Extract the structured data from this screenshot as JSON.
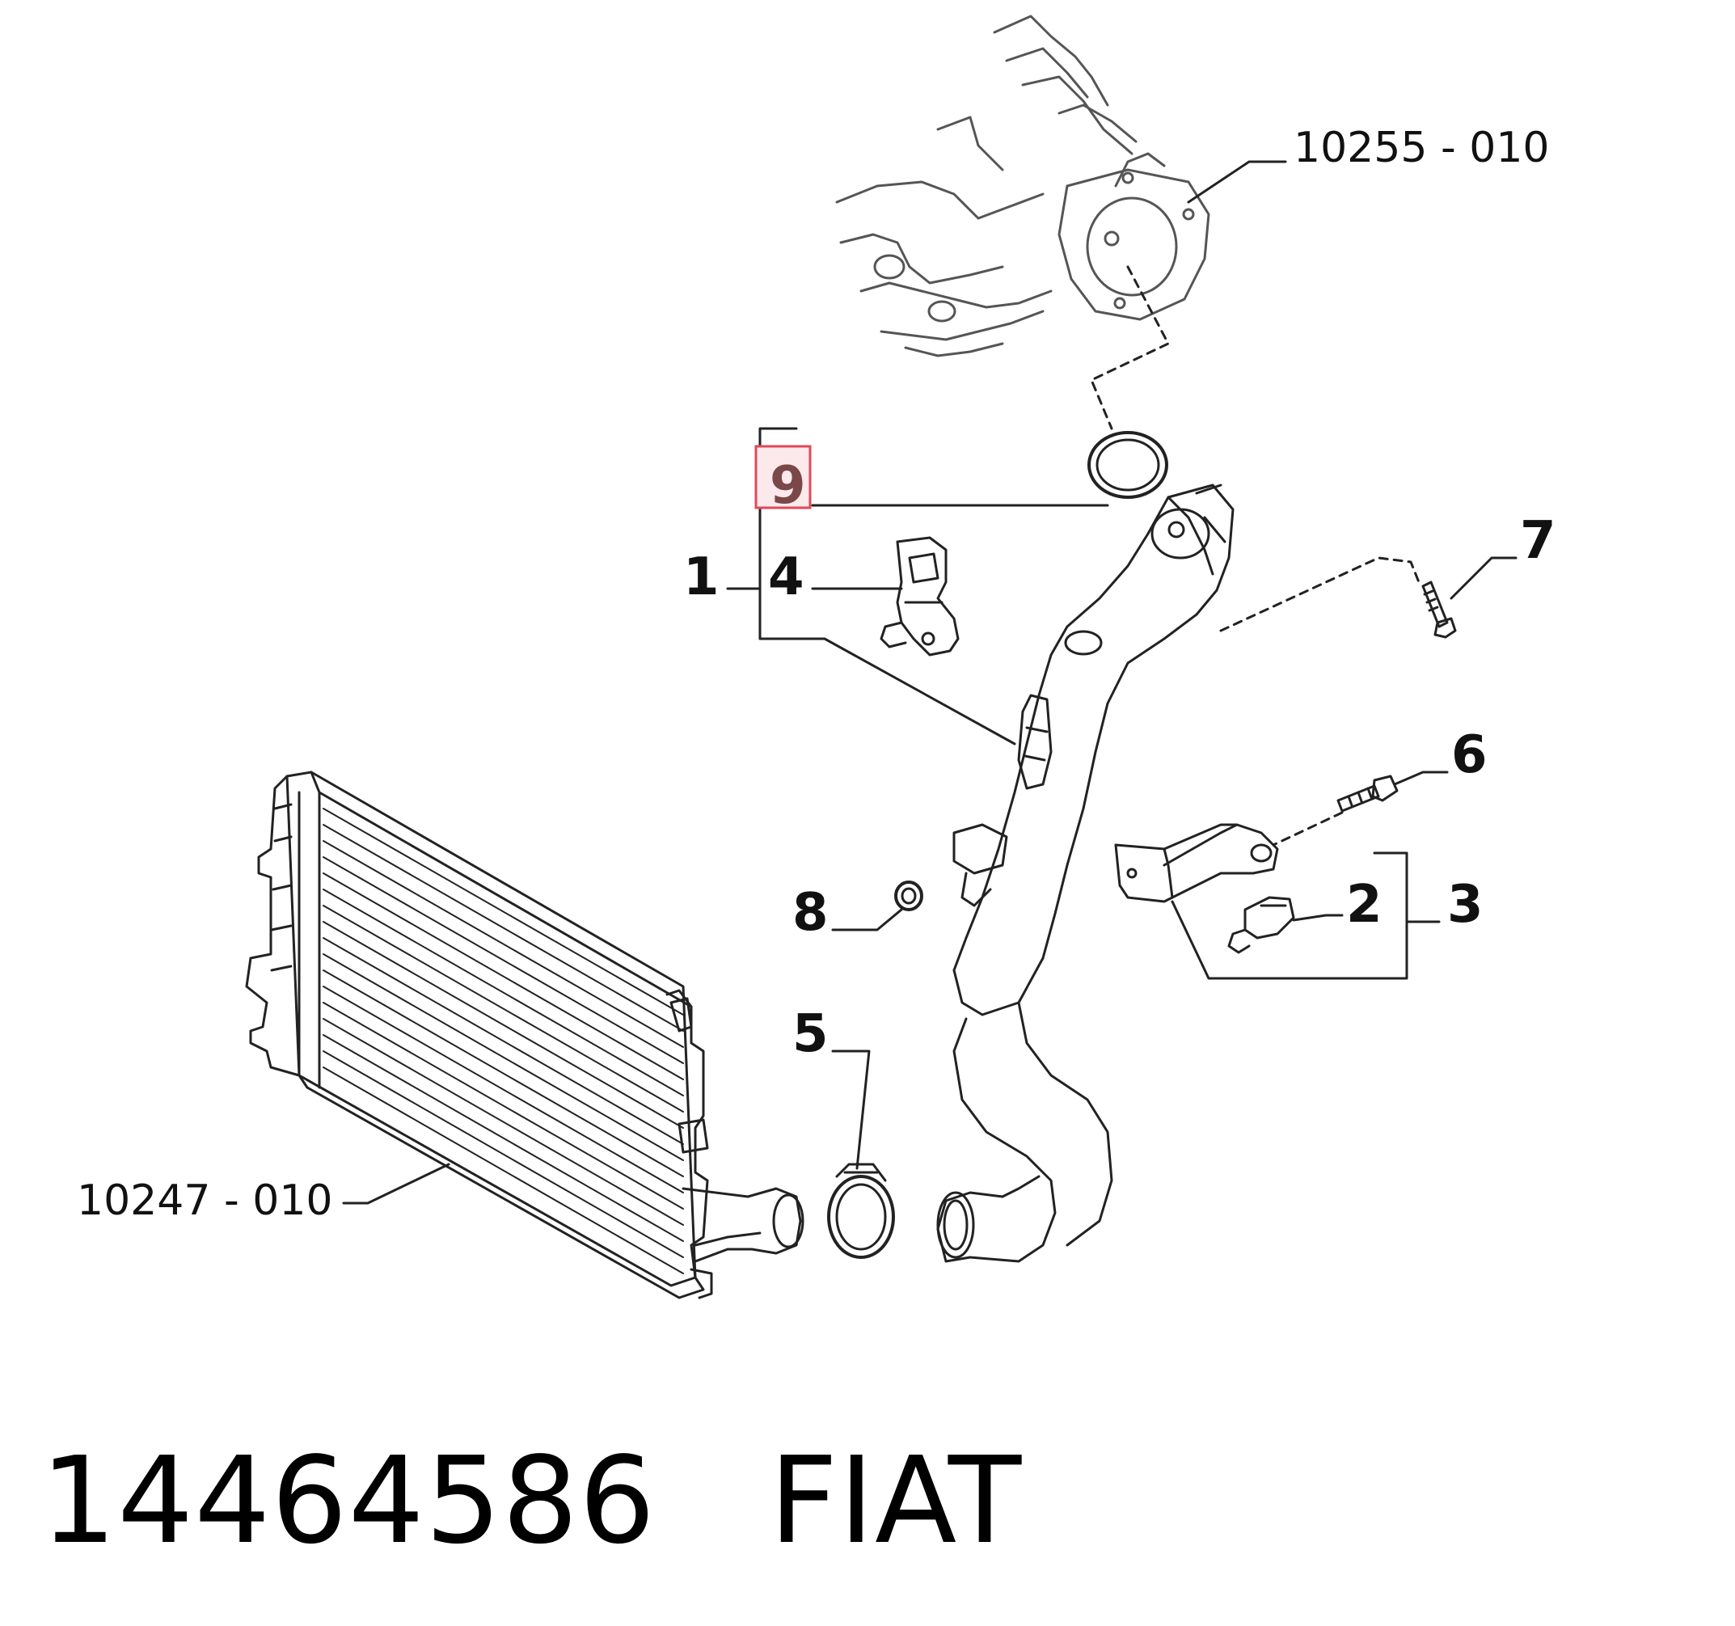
{
  "diagram": {
    "ref_labels": {
      "upper": "10255 - 010",
      "lower": "10247 - 010"
    },
    "callouts": {
      "c1": "1",
      "c2": "2",
      "c3": "3",
      "c4": "4",
      "c5": "5",
      "c6": "6",
      "c7": "7",
      "c8": "8",
      "c9": "9"
    },
    "highlighted_callout": "9",
    "highlight_color": "#e0485a"
  },
  "footer": {
    "part_number": "14464586",
    "brand": "FIAT"
  }
}
